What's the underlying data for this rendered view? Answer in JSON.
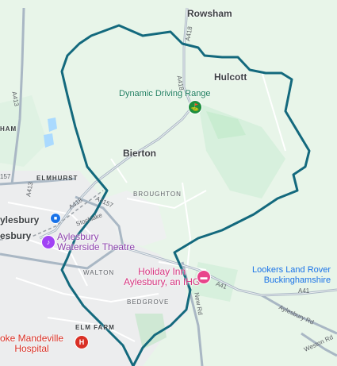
{
  "map": {
    "colors": {
      "land": "#e8f5e9",
      "greenery": "#c8ecd0",
      "urban": "#ecedee",
      "water": "#aadaff",
      "road_major": "#a9b7c4",
      "road_minor": "#ffffff",
      "boundary": "#13697d"
    },
    "places": {
      "rowsham": "Rowsham",
      "hulcott": "Hulcott",
      "bierton": "Bierton",
      "elmhurst": "ELMHURST",
      "broughton": "BROUGHTON",
      "walton": "WALTON",
      "bedgrove": "BEDGROVE",
      "elm_farm": "ELM FARM",
      "aylesbury_top": "ylesbury",
      "aylesbury_main": "esbury",
      "stocklake": "Stocklake",
      "ham": "HAM"
    },
    "roads": {
      "a418_north": "A418",
      "a418_mid": "A418",
      "a413": "A413",
      "a413_lower": "A413",
      "a4157": "A4157",
      "a418_south": "A418",
      "a41_east": "A41",
      "a41_far": "A41",
      "new_rd": "New Rd",
      "aylesbury_rd": "Aylesbury Rd",
      "weston_rd": "Weston Rd",
      "a157": "157"
    },
    "pois": {
      "driving_range": "Dynamic Driving Range",
      "theatre_line1": "Aylesbury",
      "theatre_line2": "Waterside Theatre",
      "holiday_inn_line1": "Holiday Inn",
      "holiday_inn_line2": "Aylesbury, an IHG",
      "lookers_line1": "Lookers Land Rover",
      "lookers_line2": "Buckinghamshire",
      "hospital_line1": "oke Mandeville",
      "hospital_line2": "Hospital"
    },
    "icons": {
      "driving_range": "golf-icon",
      "theatre": "theatre-icon",
      "hotel": "hotel-icon",
      "hospital": "hospital-icon",
      "station": "station-icon"
    }
  }
}
